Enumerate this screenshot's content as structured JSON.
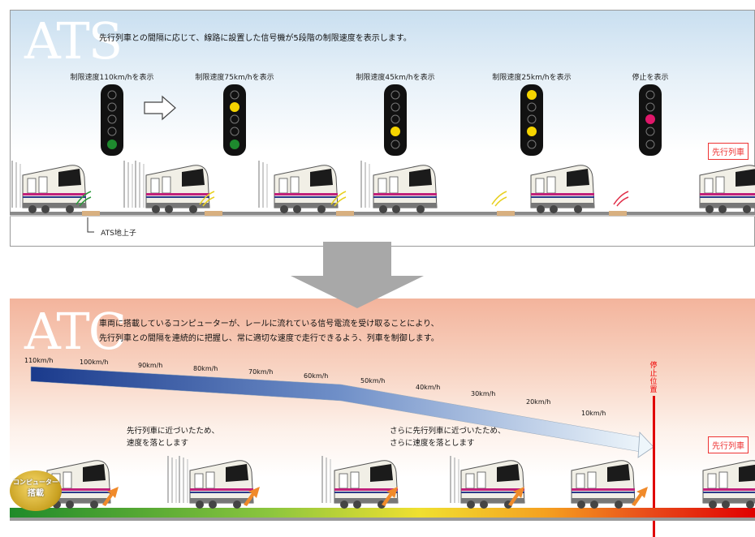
{
  "ats": {
    "title": "ATS",
    "description": "先行列車との間隔に応じて、線路に設置した信号機が5段階の制限速度を表示します。",
    "ground_unit_label": "ATS地上子",
    "lead_train_label": "先行列車",
    "signals": [
      {
        "label": "制限速度110km/hを表示",
        "lamps": [
          "off",
          "off",
          "off",
          "off",
          "green"
        ]
      },
      {
        "label": "制限速度75km/hを表示",
        "lamps": [
          "off",
          "yellow",
          "off",
          "off",
          "green"
        ]
      },
      {
        "label": "制限速度45km/hを表示",
        "lamps": [
          "off",
          "off",
          "off",
          "yellow",
          "off"
        ]
      },
      {
        "label": "制限速度25km/hを表示",
        "lamps": [
          "yellow",
          "off",
          "off",
          "yellow",
          "off"
        ]
      },
      {
        "label": "停止を表示",
        "lamps": [
          "off",
          "off",
          "red",
          "off",
          "off"
        ]
      }
    ]
  },
  "atc": {
    "title": "ATC",
    "description_line1": "車両に搭載しているコンピューターが、レールに流れている信号電流を受け取ることにより、",
    "description_line2": "先行列車との間隔を連続的に把握し、常に適切な速度で走行できるよう、列車を制御します。",
    "speeds": [
      "110km/h",
      "100km/h",
      "90km/h",
      "80km/h",
      "70km/h",
      "60km/h",
      "50km/h",
      "40km/h",
      "30km/h",
      "20km/h",
      "10km/h"
    ],
    "stop_position_label": "停止位置",
    "note1_line1": "先行列車に近づいたため、",
    "note1_line2": "速度を落とします",
    "note2_line1": "さらに先行列車に近づいたため、",
    "note2_line2": "さらに速度を落とします",
    "computer_badge_line1": "コンピューター",
    "computer_badge_line2": "搭載",
    "lead_train_label": "先行列車"
  },
  "colors": {
    "ats_sky": "#c9dff0",
    "atc_sky": "#f3b49c",
    "train_stripe": "#c0207a",
    "train_stripe_blue": "#2a3a8a",
    "lamp_green": "#1e8a2e",
    "lamp_yellow": "#f5d400",
    "lamp_red": "#e0176a",
    "stop_line": "#e00000",
    "speed_band_start": "#1a3a8c",
    "speed_band_end": "#eef6fb"
  }
}
